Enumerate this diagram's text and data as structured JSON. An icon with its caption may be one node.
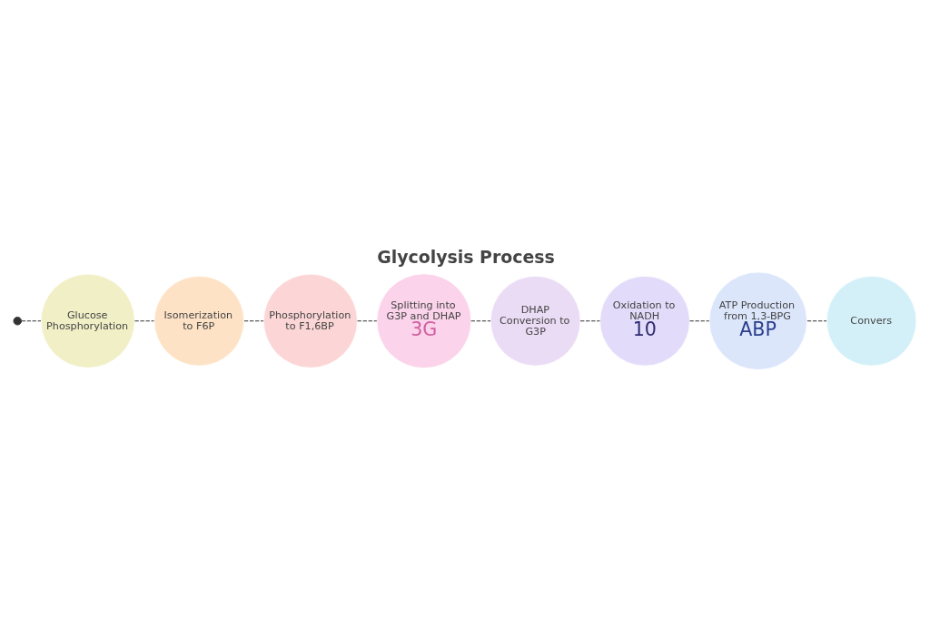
{
  "diagram": {
    "title": "Glycolysis Process",
    "nodes": [
      {
        "text": [],
        "shape": "circle"
      },
      {
        "text": [
          "Glucose Phosphorylation"
        ]
      },
      {
        "text": [
          "Isomerization to F6P"
        ]
      },
      {
        "text": [
          "Phosphorylation to F1,6BP"
        ]
      },
      {
        "text": [
          "Splitting into G3P and DHAP",
          "3G"
        ]
      },
      {
        "text": [
          "DHAP Conversion to G3P"
        ]
      },
      {
        "text": [
          "Oxidation to NADH",
          "10"
        ]
      },
      {
        "text": [
          "ATP Production from 1,3-BPG",
          "ABP"
        ]
      },
      {
        "text": [
          "Convers"
        ]
      }
    ],
    "edges": [
      {
        "from": 0,
        "to": 1,
        "arrow": "none",
        "style": "dashed"
      },
      {
        "from": 1,
        "to": 2,
        "arrow": "none",
        "style": "dashed"
      },
      {
        "from": 2,
        "to": 3,
        "arrow": "none",
        "style": "dashed"
      },
      {
        "from": 3,
        "to": 4,
        "arrow": "none",
        "style": "dashed"
      },
      {
        "from": 4,
        "to": 5,
        "arrow": "none",
        "style": "dashed"
      },
      {
        "from": 5,
        "to": 6,
        "arrow": "none",
        "style": "dashed"
      },
      {
        "from": 6,
        "to": 7,
        "arrow": "none",
        "style": "dashed"
      },
      {
        "from": 7,
        "to": 8,
        "arrow": "none",
        "style": "dashed"
      }
    ]
  }
}
